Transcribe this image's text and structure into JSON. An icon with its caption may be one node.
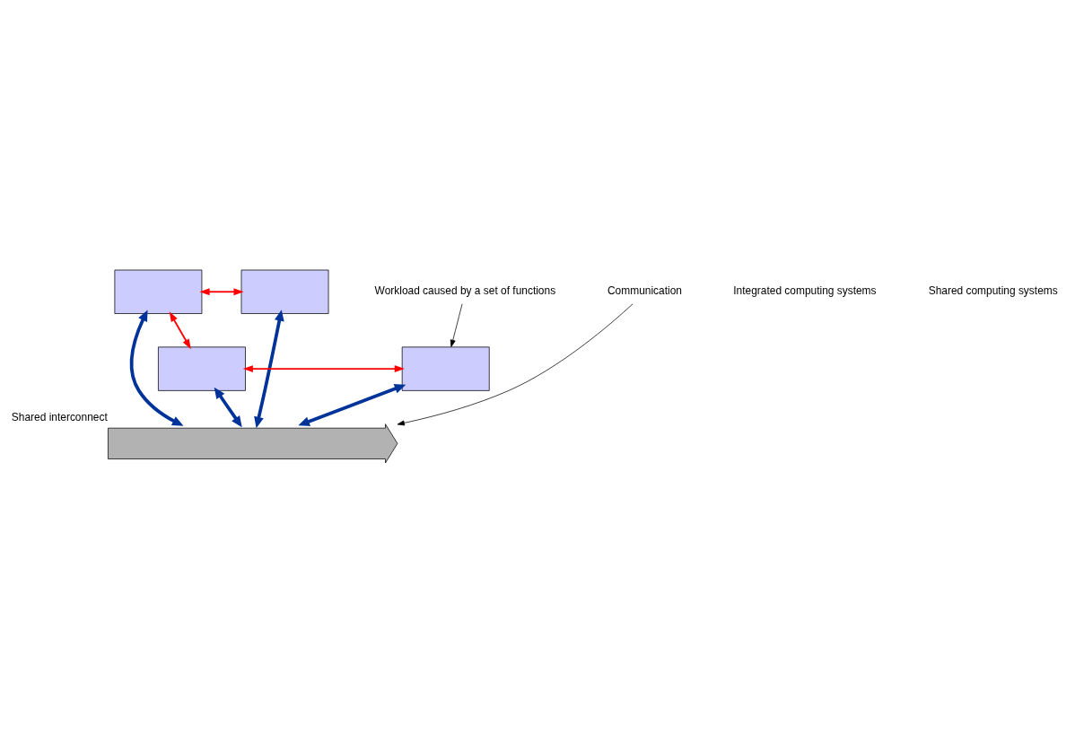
{
  "diagram": {
    "nodes": [
      {
        "text": [],
        "shape": "box"
      },
      {
        "text": [],
        "shape": "box"
      },
      {
        "text": [],
        "shape": "arrow",
        "beside": [
          "Shared interconnect"
        ]
      },
      {
        "text": [],
        "shape": "box"
      },
      {
        "text": [],
        "shape": "box"
      },
      {
        "text": [
          "Communication"
        ]
      },
      {
        "text": [
          "Workload caused by a set of functions"
        ]
      }
    ],
    "edges": [
      {
        "from": 0,
        "to": 2,
        "arrow": "both",
        "style": "thick",
        "color": "#003399"
      },
      {
        "from": 1,
        "to": 2,
        "arrow": "both",
        "style": "thick",
        "color": "#003399"
      },
      {
        "from": 3,
        "to": 2,
        "arrow": "both",
        "style": "thick",
        "color": "#003399"
      },
      {
        "from": 4,
        "to": 2,
        "arrow": "both",
        "style": "thick",
        "color": "#003399"
      },
      {
        "from": 0,
        "to": 1,
        "arrow": "both",
        "color": "#ff0000"
      },
      {
        "from": 3,
        "to": 4,
        "arrow": "both",
        "color": "#ff0000"
      },
      {
        "from": 0,
        "to": 3,
        "arrow": "both",
        "color": "#ff0000"
      },
      {
        "from": 5,
        "to": 2,
        "arrow": "to",
        "color": "#000000"
      },
      {
        "from": 6,
        "to": 4,
        "arrow": "to",
        "color": "#000000"
      }
    ],
    "labels": [
      "Integrated computing systems",
      "Shared computing systems"
    ]
  }
}
